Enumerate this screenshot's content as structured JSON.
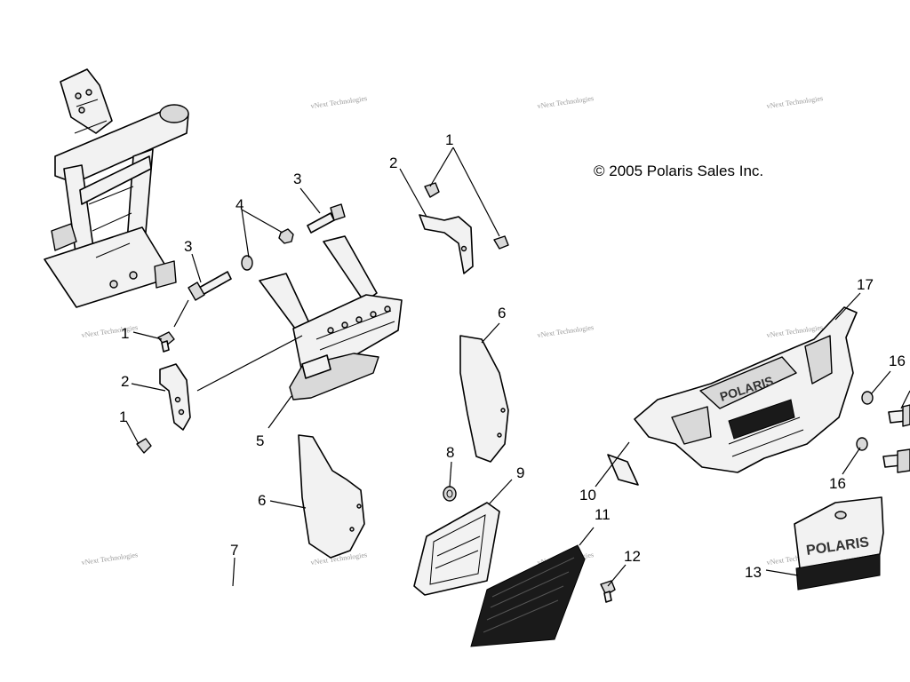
{
  "copyright": "© 2005 Polaris Sales Inc.",
  "watermark": "vNext Technologies",
  "callouts": {
    "c1a": "1",
    "c1b": "1",
    "c1c": "1",
    "c2a": "2",
    "c2b": "2",
    "c3a": "3",
    "c3b": "3",
    "c4": "4",
    "c5": "5",
    "c6a": "6",
    "c6b": "6",
    "c7": "7",
    "c8": "8",
    "c9": "9",
    "c10": "10",
    "c11": "11",
    "c12": "12",
    "c13": "13",
    "c16a": "16",
    "c16b": "16",
    "c17": "17"
  }
}
